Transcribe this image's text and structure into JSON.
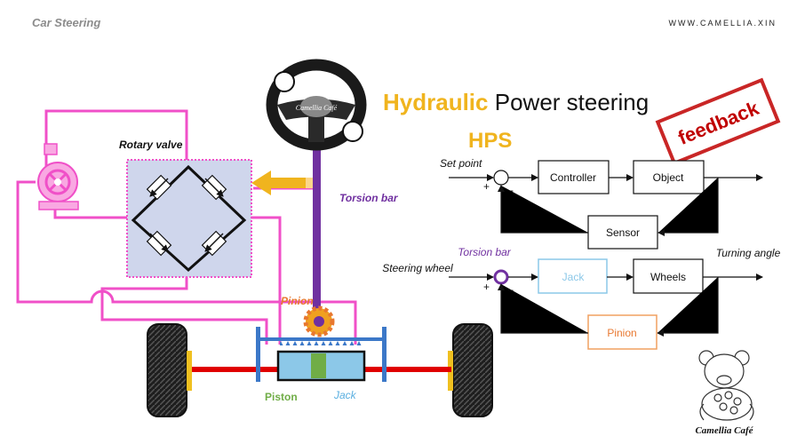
{
  "header": {
    "left_title": "Car Steering",
    "website": "WWW.CAMELLIA.XIN"
  },
  "title": {
    "word1": "Hydraulic",
    "word2": "Power steering",
    "abbrev": "HPS"
  },
  "stamp": {
    "text": "feedback"
  },
  "mech_labels": {
    "rotary_valve": "Rotary valve",
    "torsion_bar": "Torsion bar",
    "pinion": "Pinion",
    "piston": "Piston",
    "jack": "Jack",
    "wheel_logo": "Camellia Café"
  },
  "diagram1": {
    "set_point": "Set point",
    "controller": "Controller",
    "object": "Object",
    "sensor": "Sensor",
    "plus": "+",
    "minus": "-"
  },
  "diagram2": {
    "steering_wheel": "Steering wheel",
    "torsion_bar": "Torsion bar",
    "jack": "Jack",
    "wheels": "Wheels",
    "turning_angle": "Turning angle",
    "pinion": "Pinion",
    "plus": "+",
    "minus": "-"
  },
  "logo": {
    "text": "Camellia Café"
  },
  "colors": {
    "pink": "#f050c8",
    "purple": "#7030a0",
    "orange": "#f0a020",
    "red": "#e00000",
    "blue": "#3c78c8",
    "jack_blue": "#8cc8e8",
    "green": "#70ad47",
    "pinion_orange": "#e87830",
    "title_yellow": "#f0b41e",
    "stamp_red": "#c00000"
  }
}
